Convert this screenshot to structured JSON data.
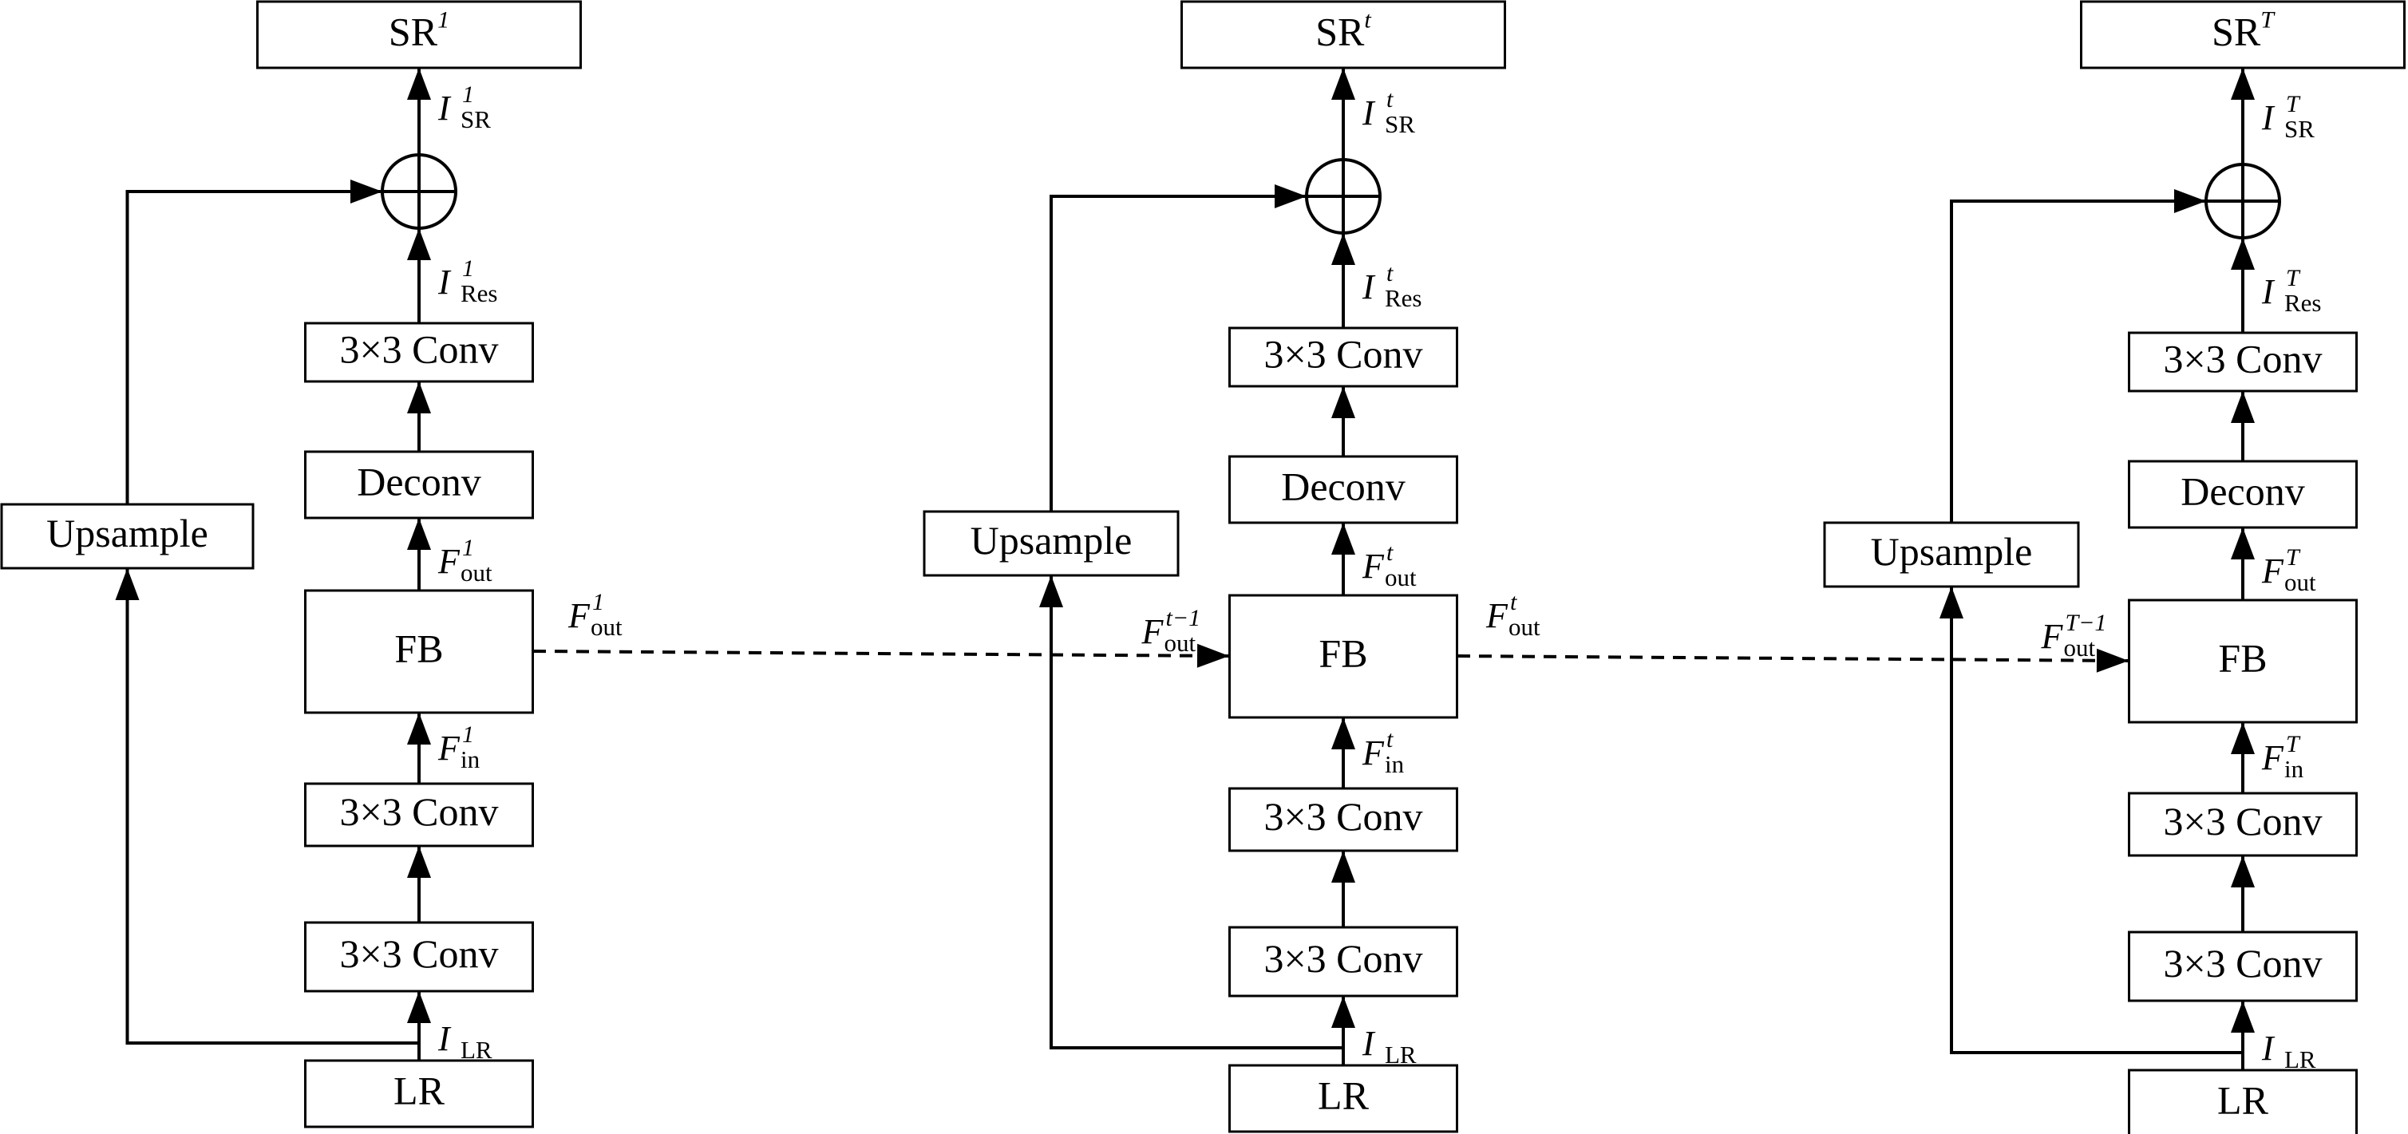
{
  "stages": [
    {
      "sr": "SR",
      "sr_sup": "1",
      "upsample": "Upsample",
      "conv_top": "3×3 Conv",
      "deconv": "Deconv",
      "fb": "FB",
      "conv_mid": "3×3 Conv",
      "conv_low": "3×3 Conv",
      "lr": "LR",
      "lbl_sr": {
        "base": "I",
        "sub": "SR",
        "sup": "1"
      },
      "lbl_res": {
        "base": "I",
        "sub": "Res",
        "sup": "1"
      },
      "lbl_out": {
        "base": "F",
        "sub": "out",
        "sup": "1"
      },
      "lbl_in": {
        "base": "F",
        "sub": "in",
        "sup": "1"
      },
      "lbl_lr": {
        "base": "I",
        "sub": "LR",
        "sup": ""
      }
    },
    {
      "sr": "SR",
      "sr_sup": "t",
      "upsample": "Upsample",
      "conv_top": "3×3 Conv",
      "deconv": "Deconv",
      "fb": "FB",
      "conv_mid": "3×3 Conv",
      "conv_low": "3×3 Conv",
      "lr": "LR",
      "lbl_sr": {
        "base": "I",
        "sub": "SR",
        "sup": "t"
      },
      "lbl_res": {
        "base": "I",
        "sub": "Res",
        "sup": "t"
      },
      "lbl_out": {
        "base": "F",
        "sub": "out",
        "sup": "t"
      },
      "lbl_in": {
        "base": "F",
        "sub": "in",
        "sup": "t"
      },
      "lbl_lr": {
        "base": "I",
        "sub": "LR",
        "sup": ""
      },
      "lbl_prev": {
        "base": "F",
        "sub": "out",
        "sup": "t−1"
      }
    },
    {
      "sr": "SR",
      "sr_sup": "T",
      "upsample": "Upsample",
      "conv_top": "3×3 Conv",
      "deconv": "Deconv",
      "fb": "FB",
      "conv_mid": "3×3 Conv",
      "conv_low": "3×3 Conv",
      "lr": "LR",
      "lbl_sr": {
        "base": "I",
        "sub": "SR",
        "sup": "T"
      },
      "lbl_res": {
        "base": "I",
        "sub": "Res",
        "sup": "T"
      },
      "lbl_out": {
        "base": "F",
        "sub": "out",
        "sup": "T"
      },
      "lbl_in": {
        "base": "F",
        "sub": "in",
        "sup": "T"
      },
      "lbl_lr": {
        "base": "I",
        "sub": "LR",
        "sup": ""
      },
      "lbl_prev": {
        "base": "F",
        "sub": "out",
        "sup": "T−1"
      }
    }
  ],
  "links": [
    {
      "base": "F",
      "sub": "out",
      "sup": "1"
    },
    {
      "base": "F",
      "sub": "out",
      "sup": "t"
    }
  ]
}
